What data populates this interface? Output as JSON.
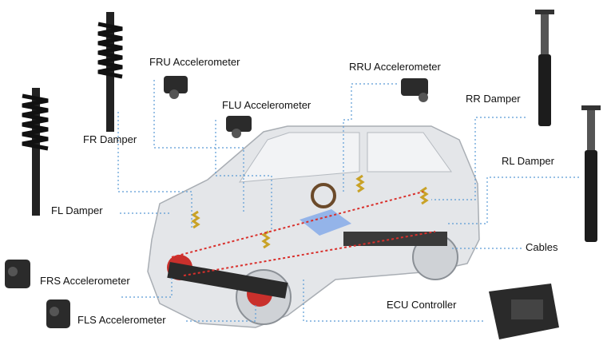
{
  "labels": {
    "fru": "FRU Accelerometer",
    "rru": "RRU Accelerometer",
    "flu": "FLU Accelerometer",
    "rr_damper": "RR Damper",
    "fr_damper": "FR Damper",
    "rl_damper": "RL Damper",
    "fl_damper": "FL Damper",
    "cables": "Cables",
    "frs": "FRS Accelerometer",
    "ecu": "ECU Controller",
    "fls": "FLS Accelerometer"
  },
  "colors": {
    "leader": "#5b9bd5",
    "car": "#9aa0a6",
    "cable": "#d9302c"
  }
}
